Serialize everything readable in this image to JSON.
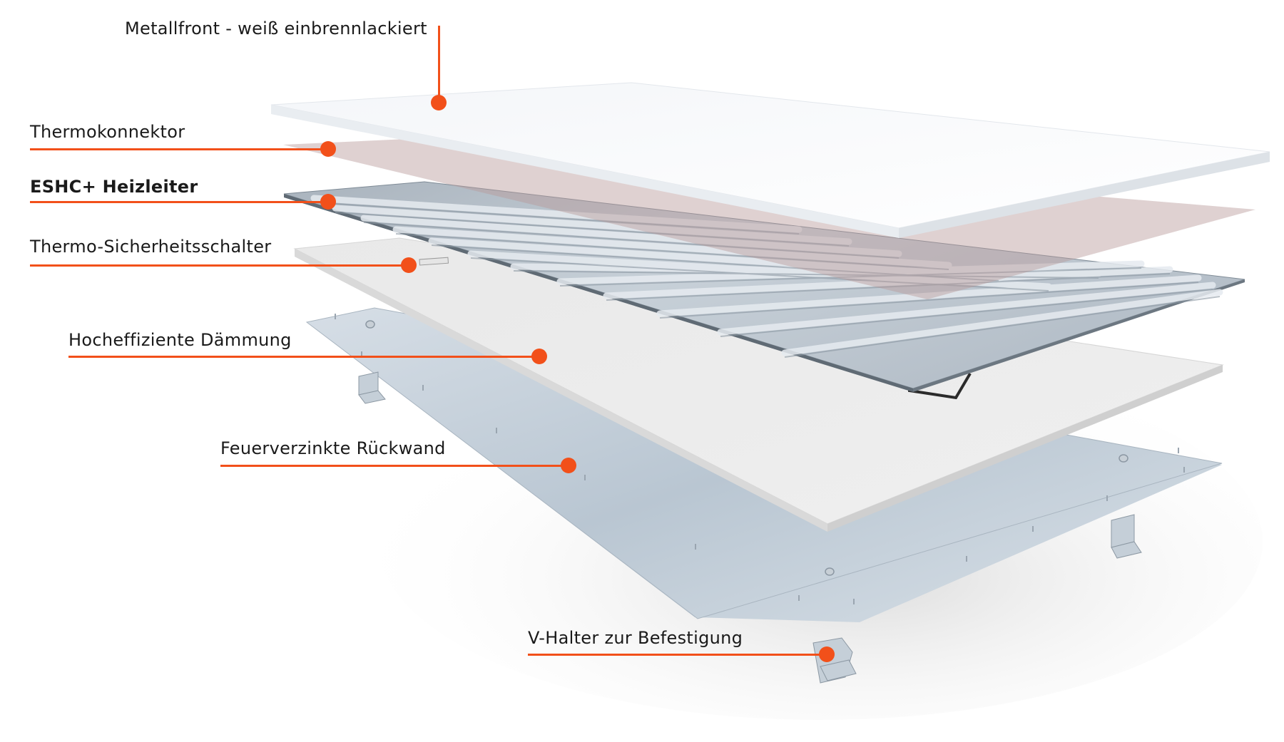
{
  "accent_color": "#f2501a",
  "layers": [
    {
      "id": "metallfront",
      "label": "Metallfront - weiß einbrennlackiert",
      "bold": false
    },
    {
      "id": "thermokonnektor",
      "label": "Thermokonnektor",
      "bold": false
    },
    {
      "id": "heizleiter",
      "label": "ESHC+ Heizleiter",
      "bold": true
    },
    {
      "id": "sicherheitsschalter",
      "label": "Thermo-Sicherheitsschalter",
      "bold": false
    },
    {
      "id": "daemmung",
      "label": "Hocheffiziente Dämmung",
      "bold": false
    },
    {
      "id": "rueckwand",
      "label": "Feuerverzinkte Rückwand",
      "bold": false
    },
    {
      "id": "v-halter",
      "label": "V-Halter zur Befestigung",
      "bold": false
    }
  ]
}
